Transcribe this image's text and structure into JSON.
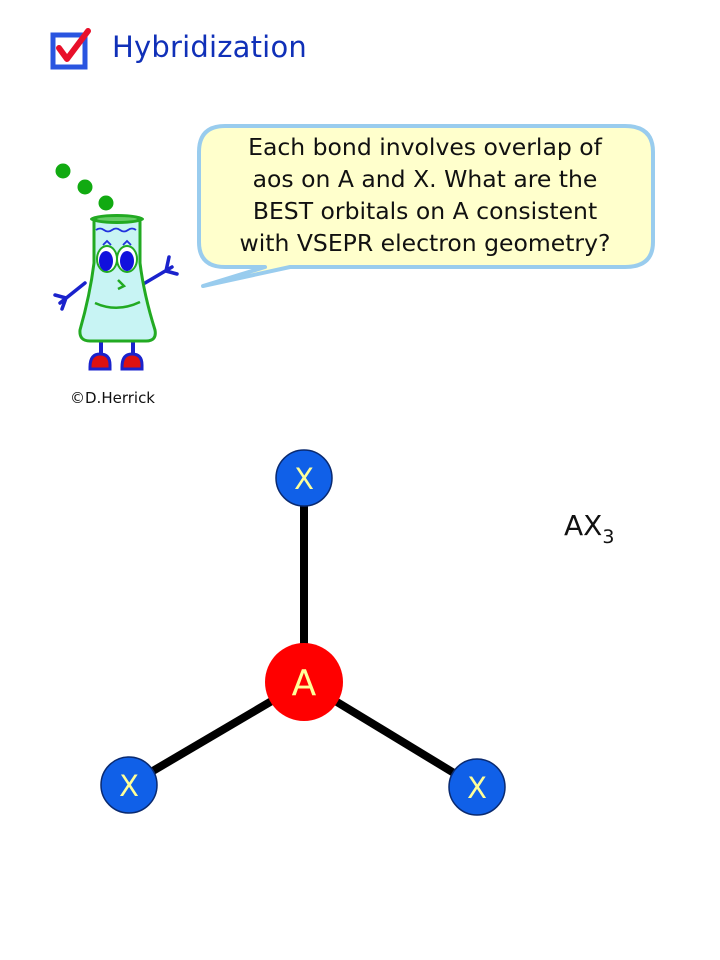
{
  "header": {
    "icon": "checkbox-checked-icon",
    "title": "Hybridization"
  },
  "mascot": {
    "icon": "flask-mascot-icon",
    "credit": "©D.Herrick"
  },
  "speech_bubble": {
    "lines": [
      "Each bond involves overlap of",
      "aos on A and X.  What are the",
      "BEST orbitals on A consistent",
      "with VSEPR electron geometry?"
    ]
  },
  "molecule": {
    "formula_base": "AX",
    "formula_subscript": "3",
    "geometry": "trigonal planar",
    "central_atom": {
      "label": "A",
      "color": "#ff0000"
    },
    "ligands": [
      {
        "label": "X",
        "color": "#1060e8",
        "position": "top"
      },
      {
        "label": "X",
        "color": "#1060e8",
        "position": "bottom-left"
      },
      {
        "label": "X",
        "color": "#1060e8",
        "position": "bottom-right"
      }
    ],
    "bond_color": "#000000",
    "label_color": "#ffff99"
  },
  "colors": {
    "title": "#1030b8",
    "bubble_fill": "#ffffcc",
    "bubble_stroke": "#99ccee"
  }
}
